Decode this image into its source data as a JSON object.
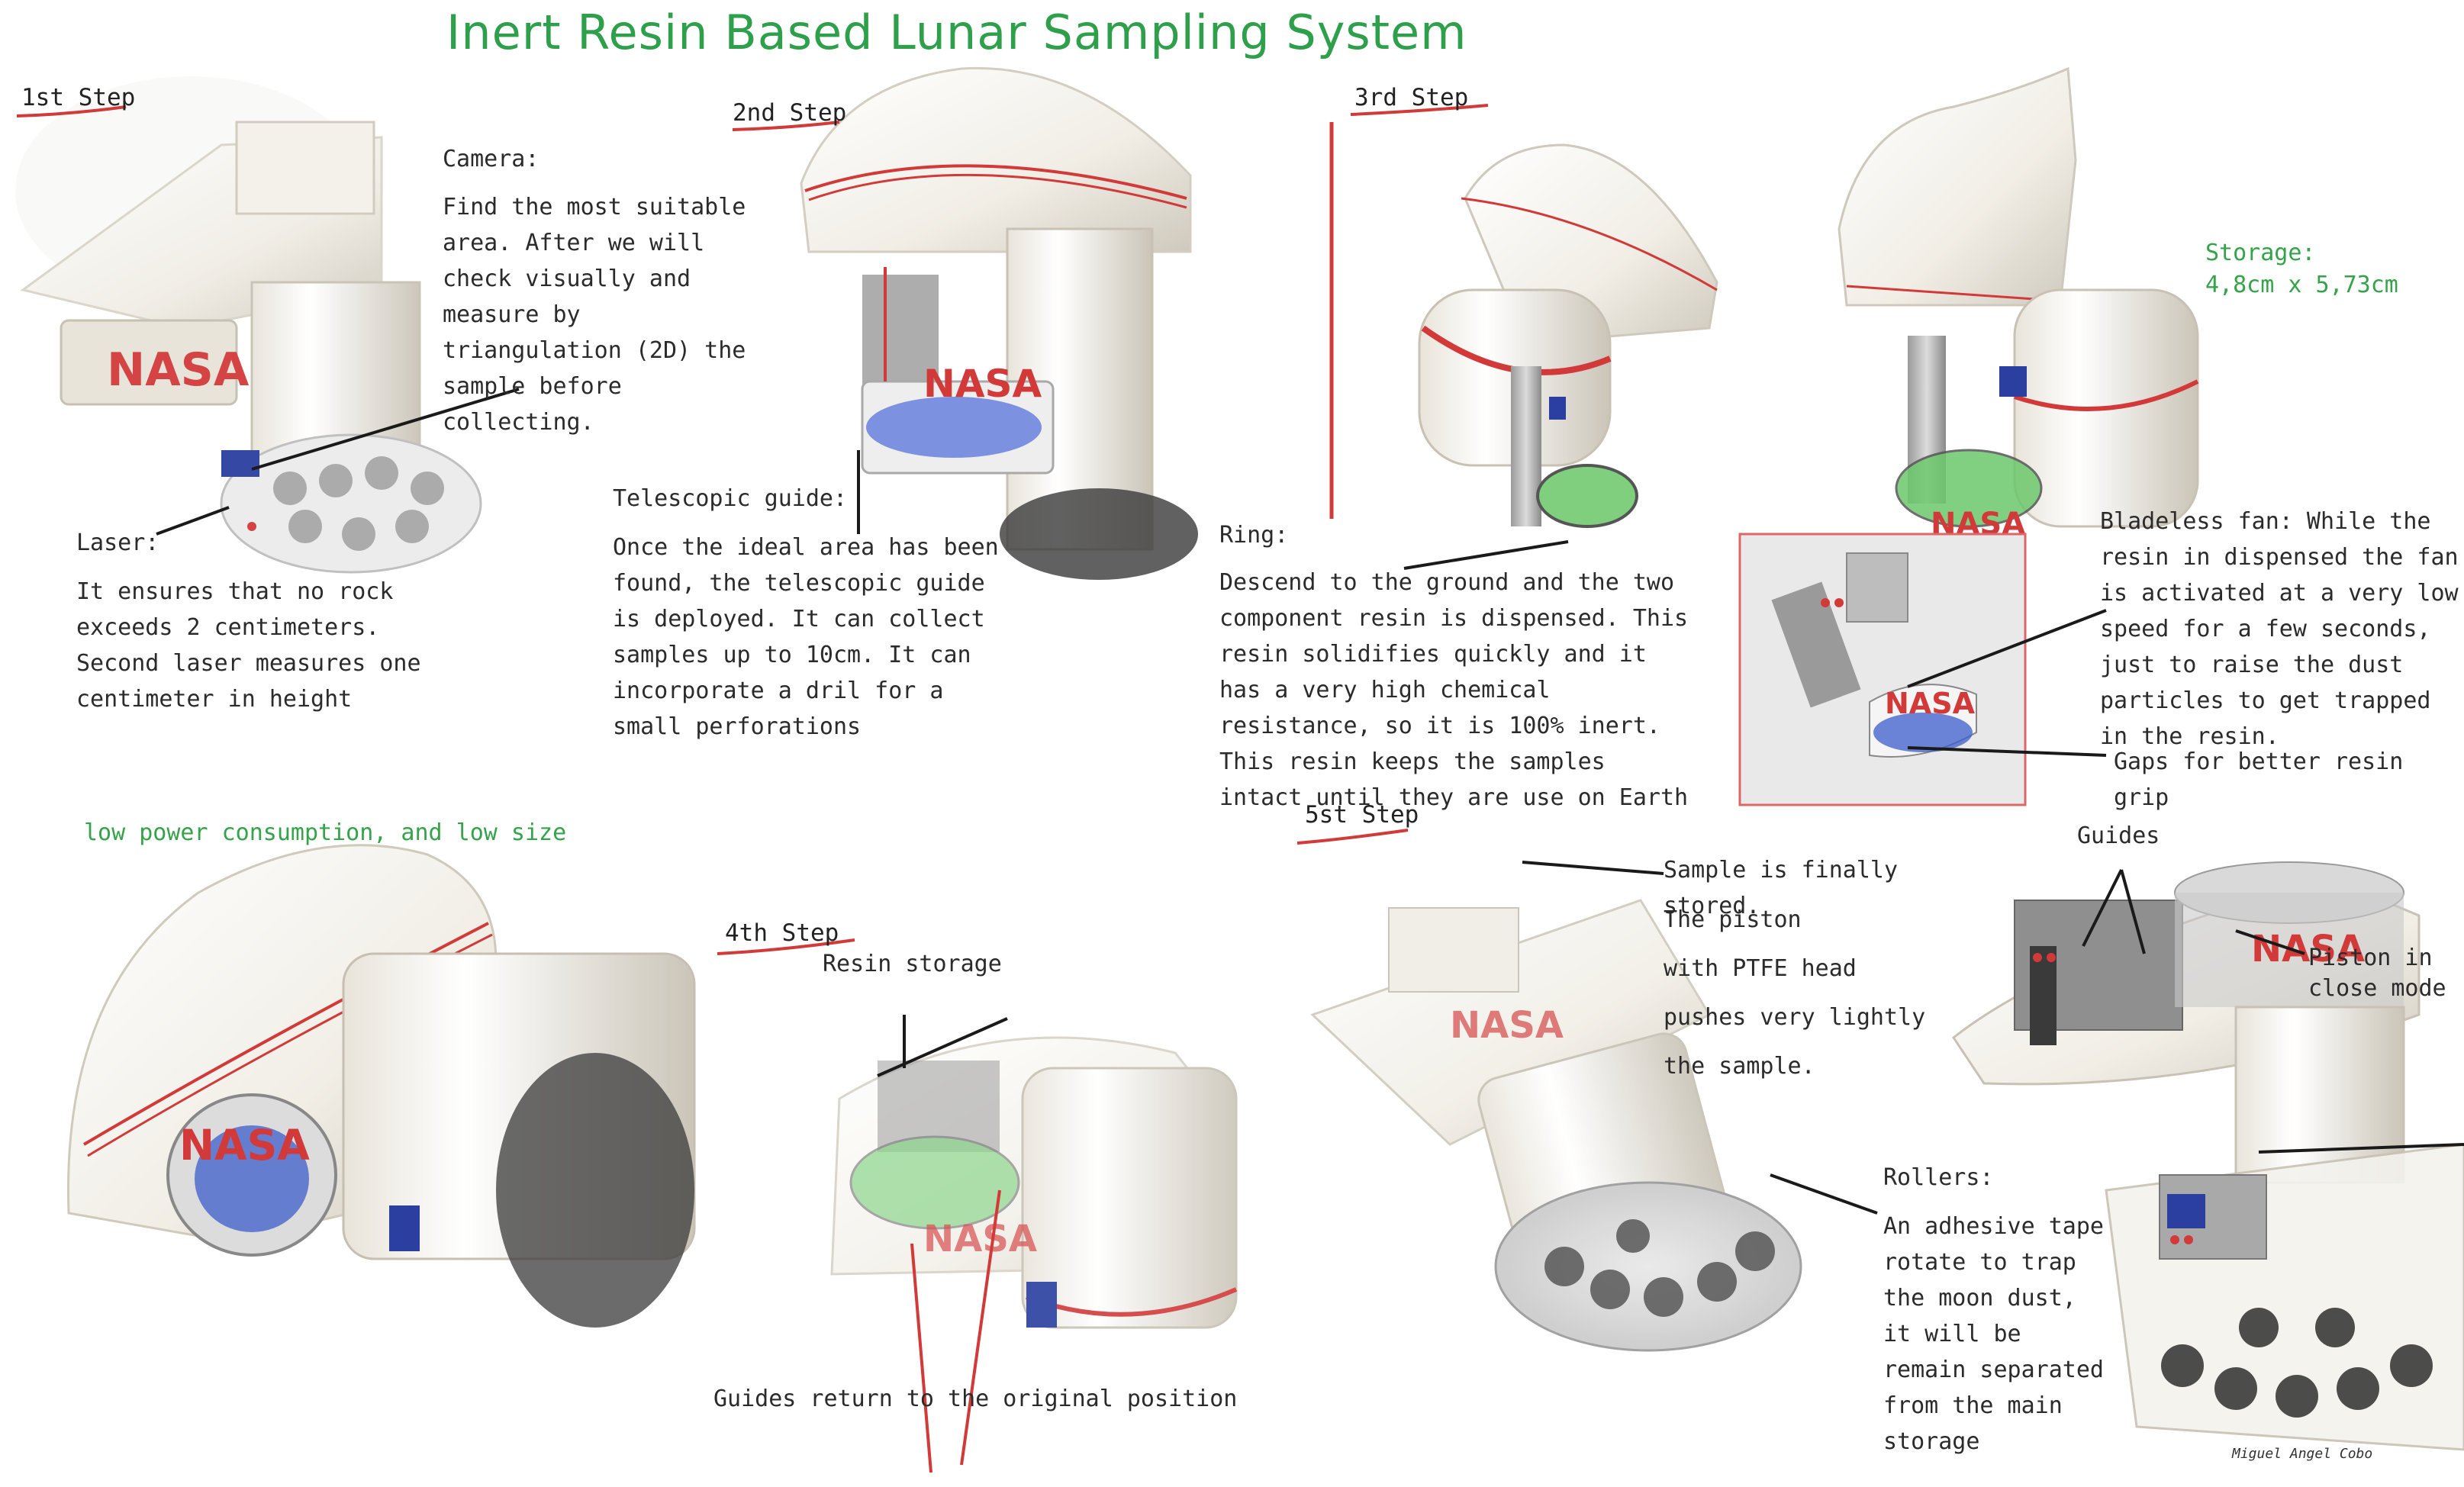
{
  "title": "Inert Resin Based Lunar Sampling System",
  "steps": {
    "step1": "1st Step",
    "step2": "2nd Step",
    "step3": "3rd Step",
    "step4": "4th Step",
    "step5": "5st Step"
  },
  "labels": {
    "camera_title": "Camera:",
    "camera_body": "Find the most suitable area. After we will check visually and measure by triangulation (2D) the sample before collecting.",
    "laser_title": "Laser:",
    "laser_body": "It ensures that no rock exceeds 2 centimeters. Second laser measures one centimeter in height",
    "telescopic_title": "Telescopic guide:",
    "telescopic_body": "Once the ideal area has been found, the telescopic guide is deployed. It can collect samples up to 10cm.  It can incorporate a dril for a small perforations",
    "ring_title": "Ring:",
    "ring_body": "Descend to the ground and the two component resin is dispensed. This resin solidifies quickly and it has a very high chemical resistance, so it is 100% inert. This resin keeps the samples intact until they are use on Earth",
    "storage": "Storage:",
    "storage_size": "4,8cm x 5,73cm",
    "fan_body": "Bladeless fan:  While the resin in dispensed the fan is activated at a very low speed for a few seconds, just to raise the dust particles to get trapped in the resin.",
    "gaps": "Gaps for better resin grip",
    "low_power": "low power consumption, and low size",
    "resin_storage": "Resin storage",
    "guides_return": "Guides return to the original position",
    "sample_stored_1": "Sample is finally stored.",
    "sample_stored_2": "The piston",
    "sample_stored_3": "with PTFE head",
    "sample_stored_4": "pushes very lightly",
    "sample_stored_5": "the sample.",
    "guides": "Guides",
    "piston_1": "Piston in",
    "piston_2": "close mode",
    "rollers_title": "Rollers:",
    "rollers_body": "An adhesive tape rotate to trap the moon dust, it will be remain separated from the main storage",
    "signature": "Miguel Angel Cobo",
    "brand": "NASA"
  },
  "colors": {
    "title_green": "#2e9f4a",
    "accent_red": "#d23a3a",
    "body_white": "#f3f1ea",
    "shadow_gray": "#cfcac0"
  }
}
